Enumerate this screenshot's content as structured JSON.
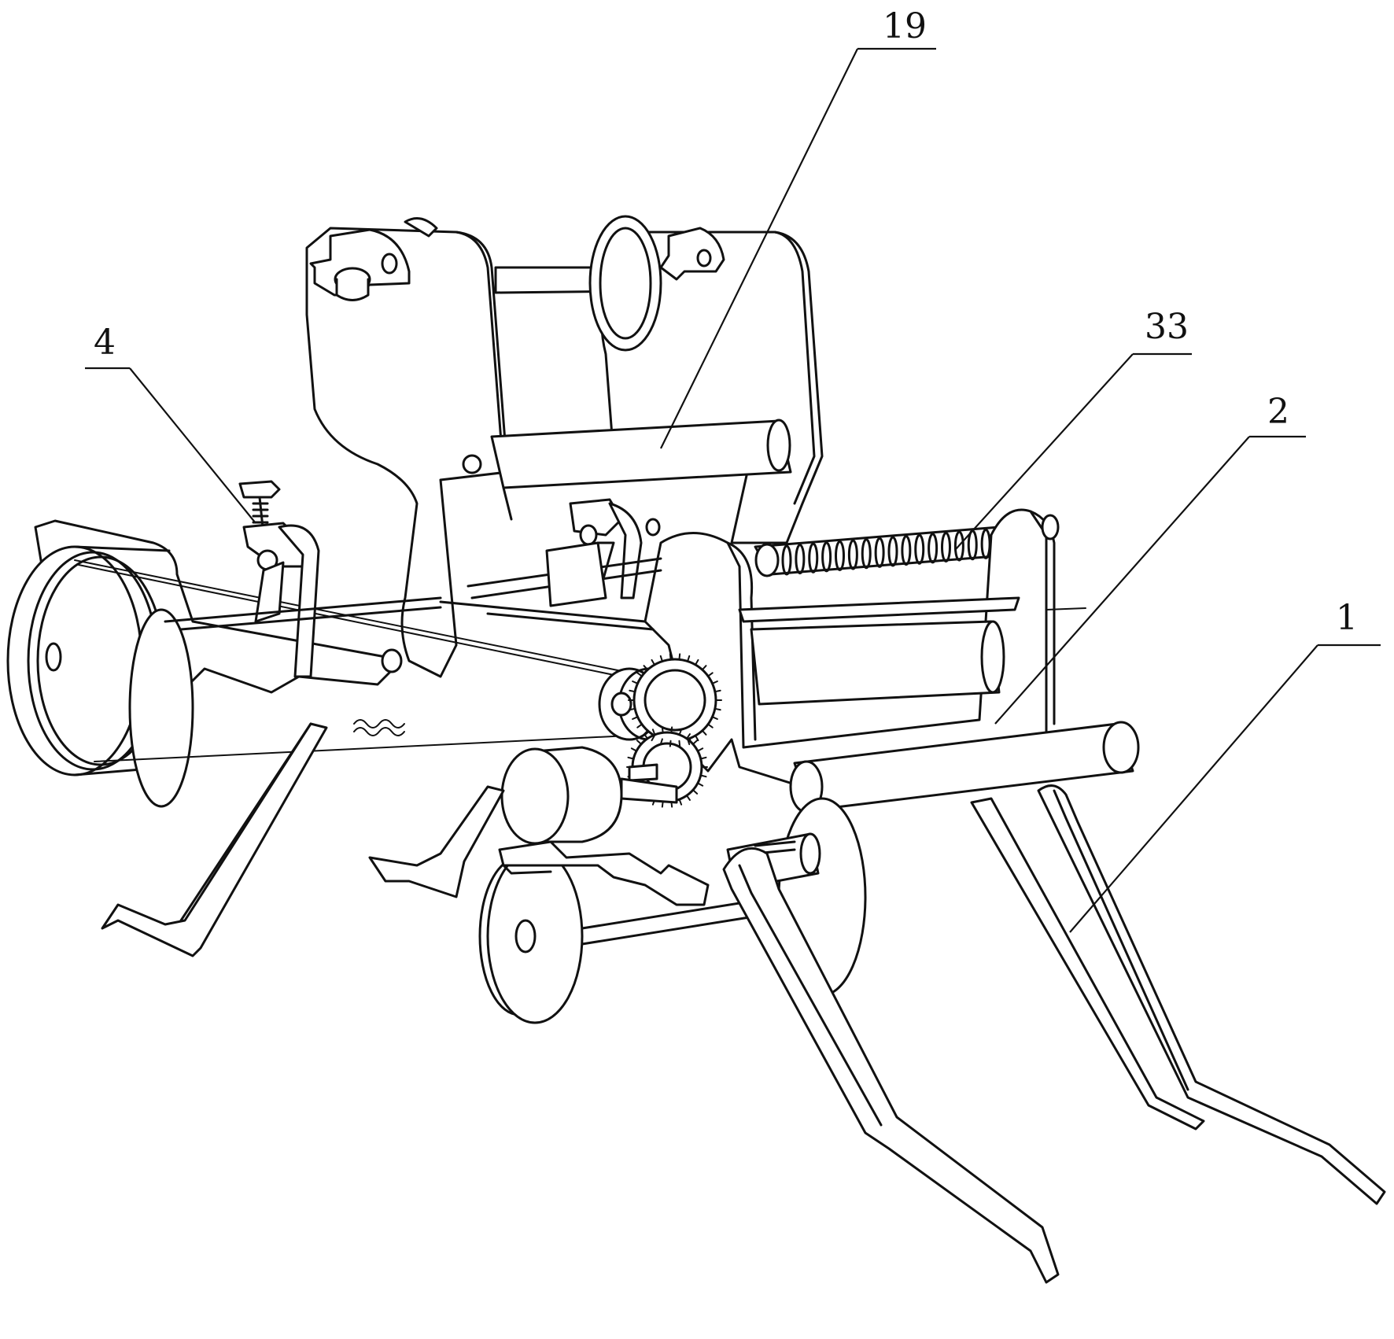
{
  "figure": {
    "labels": [
      {
        "id": "19",
        "text": "19"
      },
      {
        "id": "33",
        "text": "33"
      },
      {
        "id": "4",
        "text": "4"
      },
      {
        "id": "2",
        "text": "2"
      },
      {
        "id": "1",
        "text": "1"
      }
    ]
  }
}
